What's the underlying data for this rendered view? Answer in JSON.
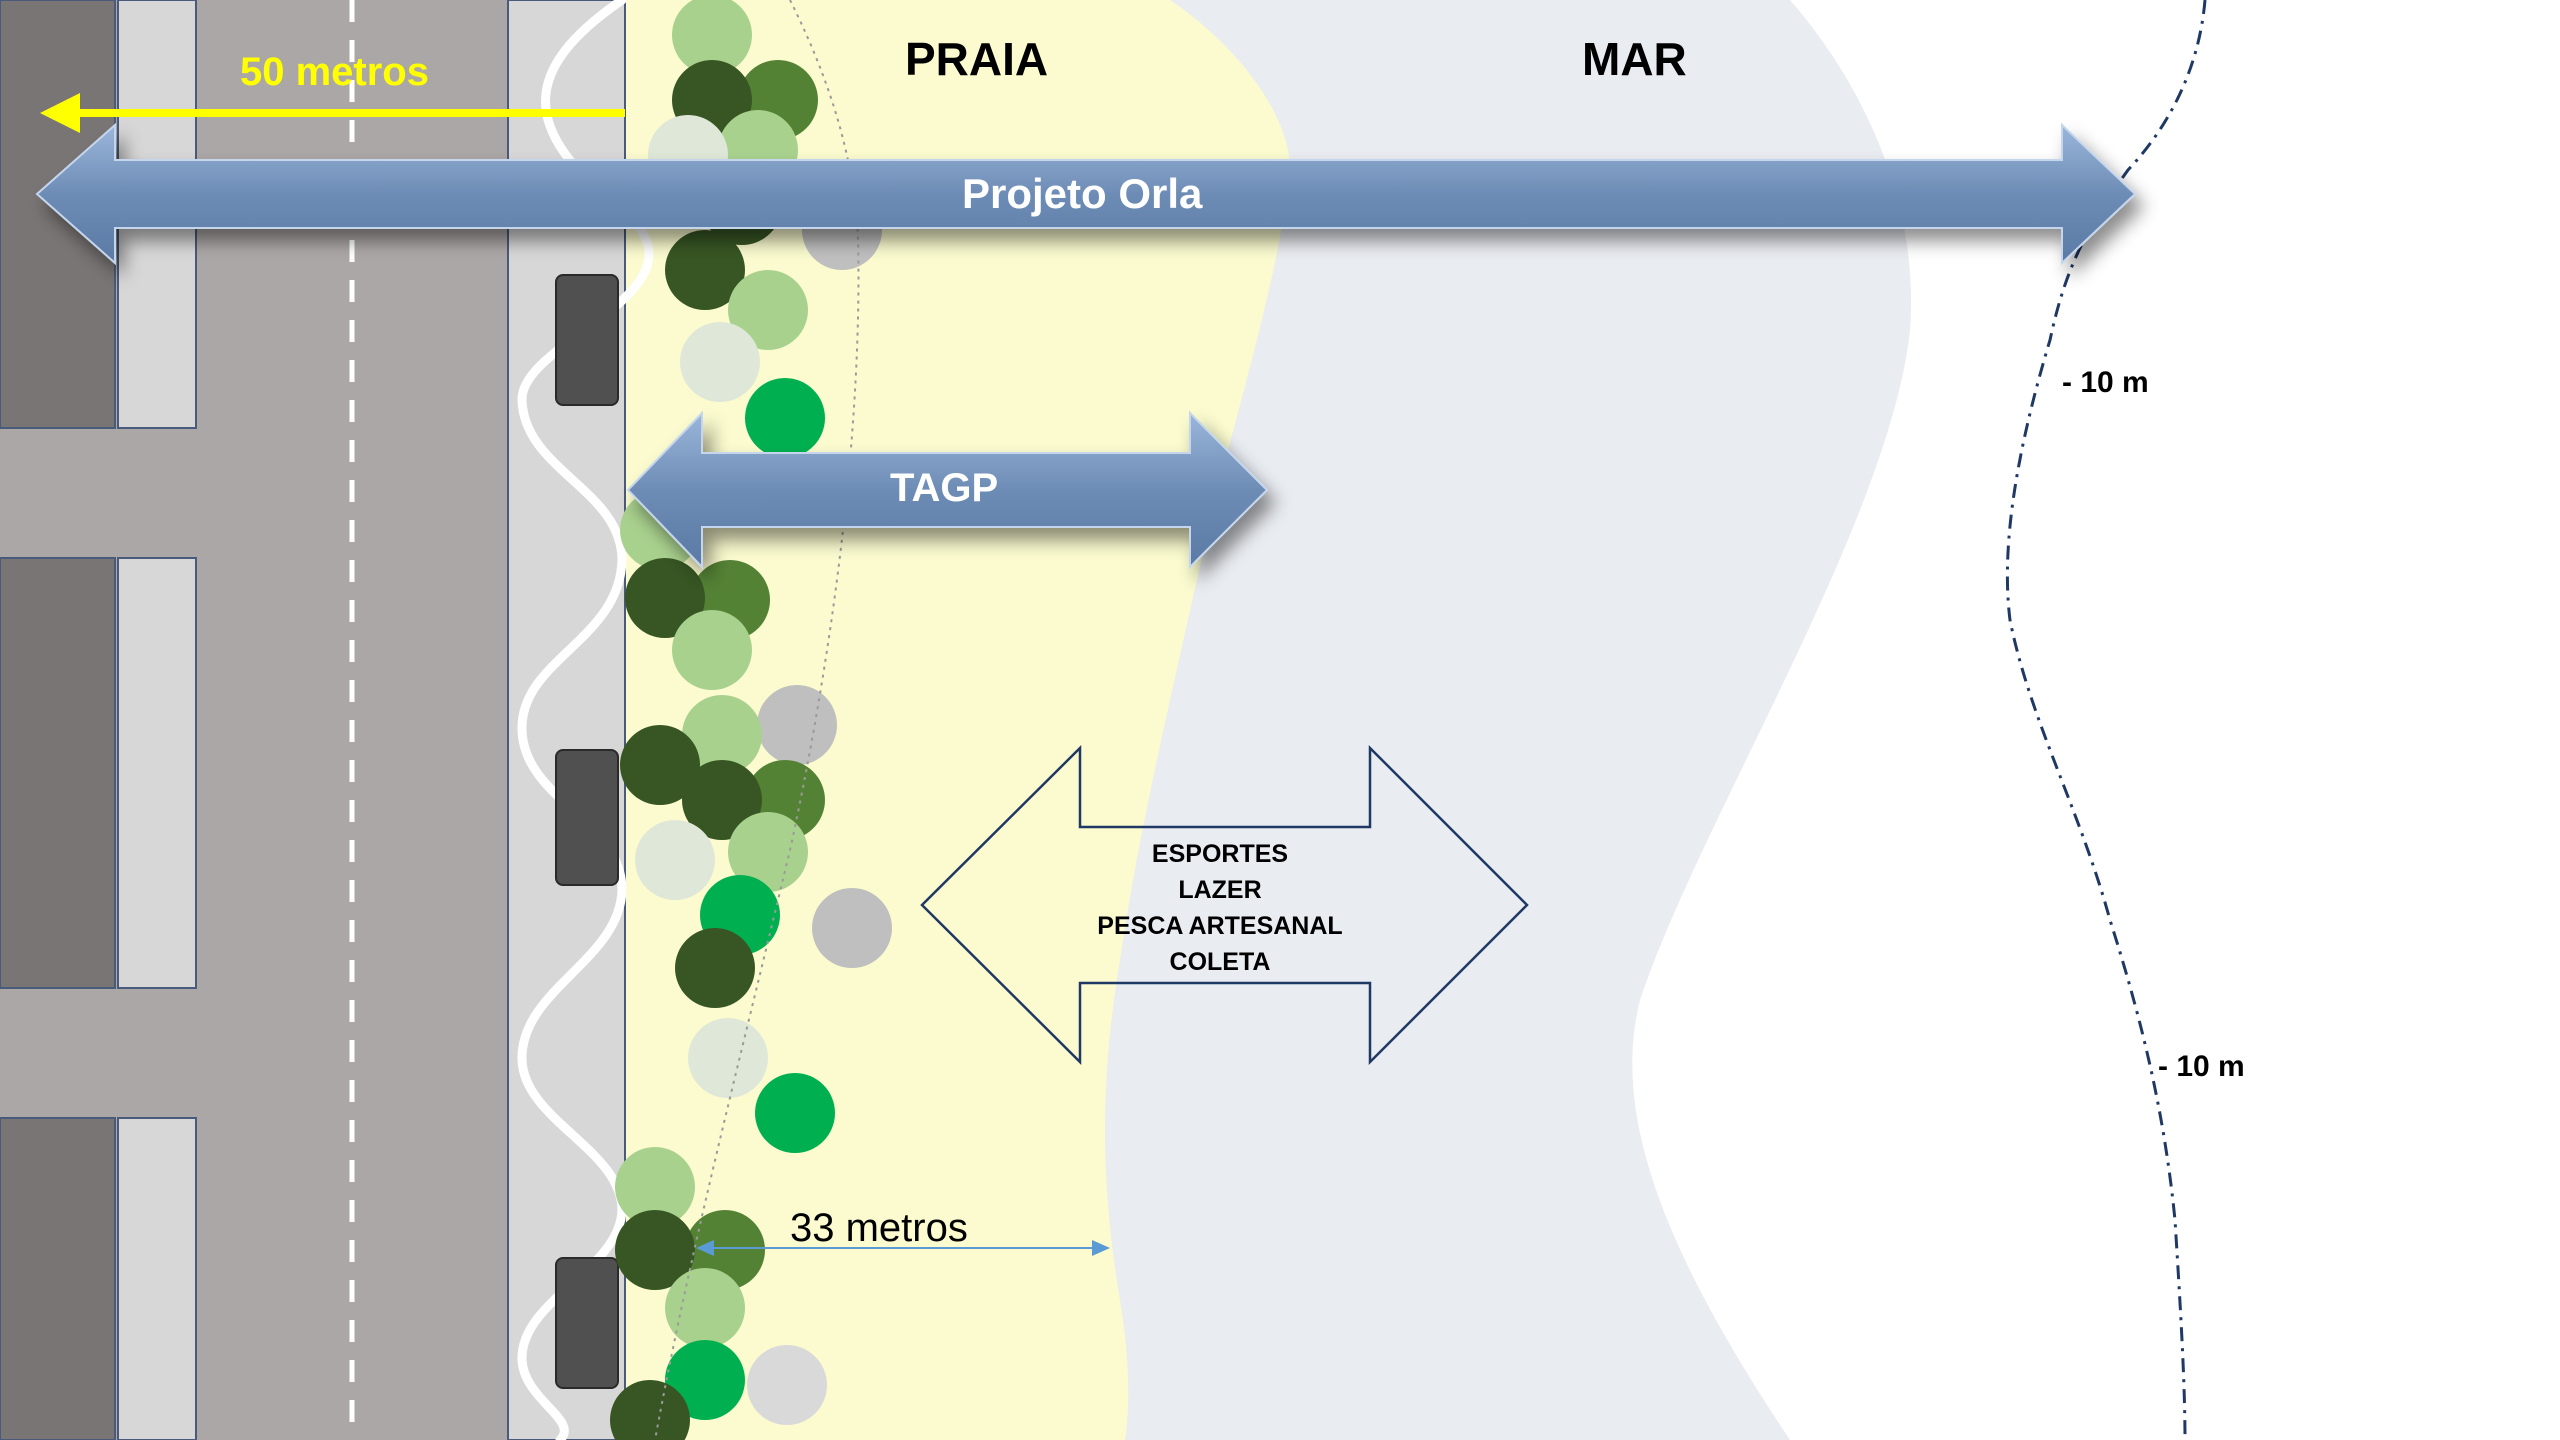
{
  "labels": {
    "praia": "PRAIA",
    "mar": "MAR",
    "fifty_meters": "50 metros",
    "projeto_orla": "Projeto Orla",
    "tagp": "TAGP",
    "depth_1": "- 10 m",
    "depth_2": "- 10 m",
    "thirty_three_meters": "33 metros"
  },
  "beach_uses": [
    "ESPORTES",
    "LAZER",
    "PESCA ARTESANAL",
    "COLETA"
  ],
  "colors": {
    "sand": "#fbfbcf",
    "sea": "#e9ecf1",
    "road": "#aca7a7",
    "arrow_blue": "#6d8cb5",
    "highlight_yellow": "#ffff00",
    "tree_dark": "#375623",
    "tree_mid": "#548235",
    "tree_light": "#a9d18e",
    "tree_bright": "#00b050"
  }
}
